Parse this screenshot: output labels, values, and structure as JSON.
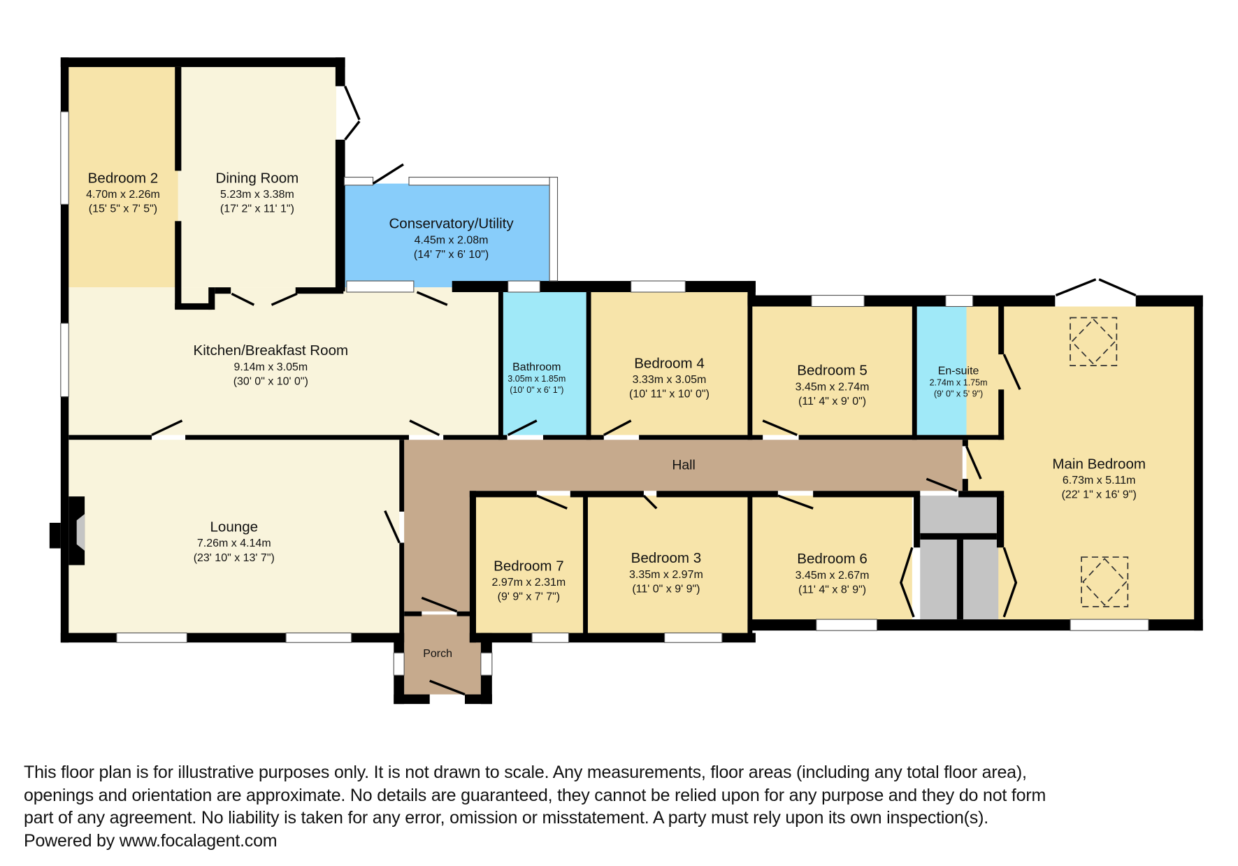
{
  "plan": {
    "rooms": [
      {
        "id": "bedroom2",
        "name": "Bedroom 2",
        "metric": "4.70m x 2.26m",
        "imperial": "(15' 5\" x 7' 5\")",
        "color": "#f7e4aa"
      },
      {
        "id": "dining",
        "name": "Dining Room",
        "metric": "5.23m x 3.38m",
        "imperial": "(17' 2\" x 11' 1\")",
        "color": "#f9f4dc"
      },
      {
        "id": "conservatory",
        "name": "Conservatory/Utility",
        "metric": "4.45m x 2.08m",
        "imperial": "(14' 7\" x 6' 10\")",
        "color": "#88cdfa"
      },
      {
        "id": "kitchen",
        "name": "Kitchen/Breakfast Room",
        "metric": "9.14m x 3.05m",
        "imperial": "(30' 0\" x 10' 0\")",
        "color": "#f9f4dc"
      },
      {
        "id": "bathroom",
        "name": "Bathroom",
        "metric": "3.05m x 1.85m",
        "imperial": "(10' 0\" x 6' 1\")",
        "color": "#a0e9f8"
      },
      {
        "id": "bedroom4",
        "name": "Bedroom 4",
        "metric": "3.33m x 3.05m",
        "imperial": "(10' 11\" x 10' 0\")",
        "color": "#f7e4aa"
      },
      {
        "id": "bedroom5",
        "name": "Bedroom 5",
        "metric": "3.45m x 2.74m",
        "imperial": "(11' 4\" x 9' 0\")",
        "color": "#f7e4aa"
      },
      {
        "id": "ensuite",
        "name": "En-suite",
        "metric": "2.74m x 1.75m",
        "imperial": "(9' 0\" x 5' 9\")",
        "color": "#a0e9f8"
      },
      {
        "id": "mainbedroom",
        "name": "Main Bedroom",
        "metric": "6.73m x 5.11m",
        "imperial": "(22' 1\" x 16' 9\")",
        "color": "#f7e4aa"
      },
      {
        "id": "hall",
        "name": "Hall",
        "metric": "",
        "imperial": "",
        "color": "#c6aa8d"
      },
      {
        "id": "lounge",
        "name": "Lounge",
        "metric": "7.26m x 4.14m",
        "imperial": "(23' 10\" x 13' 7\")",
        "color": "#f9f4dc"
      },
      {
        "id": "bedroom7",
        "name": "Bedroom 7",
        "metric": "2.97m x 2.31m",
        "imperial": "(9' 9\" x 7' 7\")",
        "color": "#f7e4aa"
      },
      {
        "id": "bedroom3",
        "name": "Bedroom 3",
        "metric": "3.35m x 2.97m",
        "imperial": "(11' 0\" x 9' 9\")",
        "color": "#f7e4aa"
      },
      {
        "id": "bedroom6",
        "name": "Bedroom 6",
        "metric": "3.45m x 2.67m",
        "imperial": "(11' 4\" x 8' 9\")",
        "color": "#f7e4aa"
      },
      {
        "id": "porch",
        "name": "Porch",
        "metric": "",
        "imperial": "",
        "color": "#c6aa8d"
      }
    ],
    "storage_color": "#c4c4c4",
    "wall_color": "#000000"
  },
  "disclaimer": {
    "lines": [
      "This floor plan is for illustrative purposes only. It is not drawn to scale. Any measurements, floor areas (including any total floor area),",
      "openings and orientation are approximate. No details are guaranteed, they cannot be relied upon for any purpose and they do not form",
      "part of any agreement. No liability is taken for any error, omission or misstatement. A party must rely upon its own inspection(s).",
      "Powered by www.focalagent.com"
    ]
  }
}
